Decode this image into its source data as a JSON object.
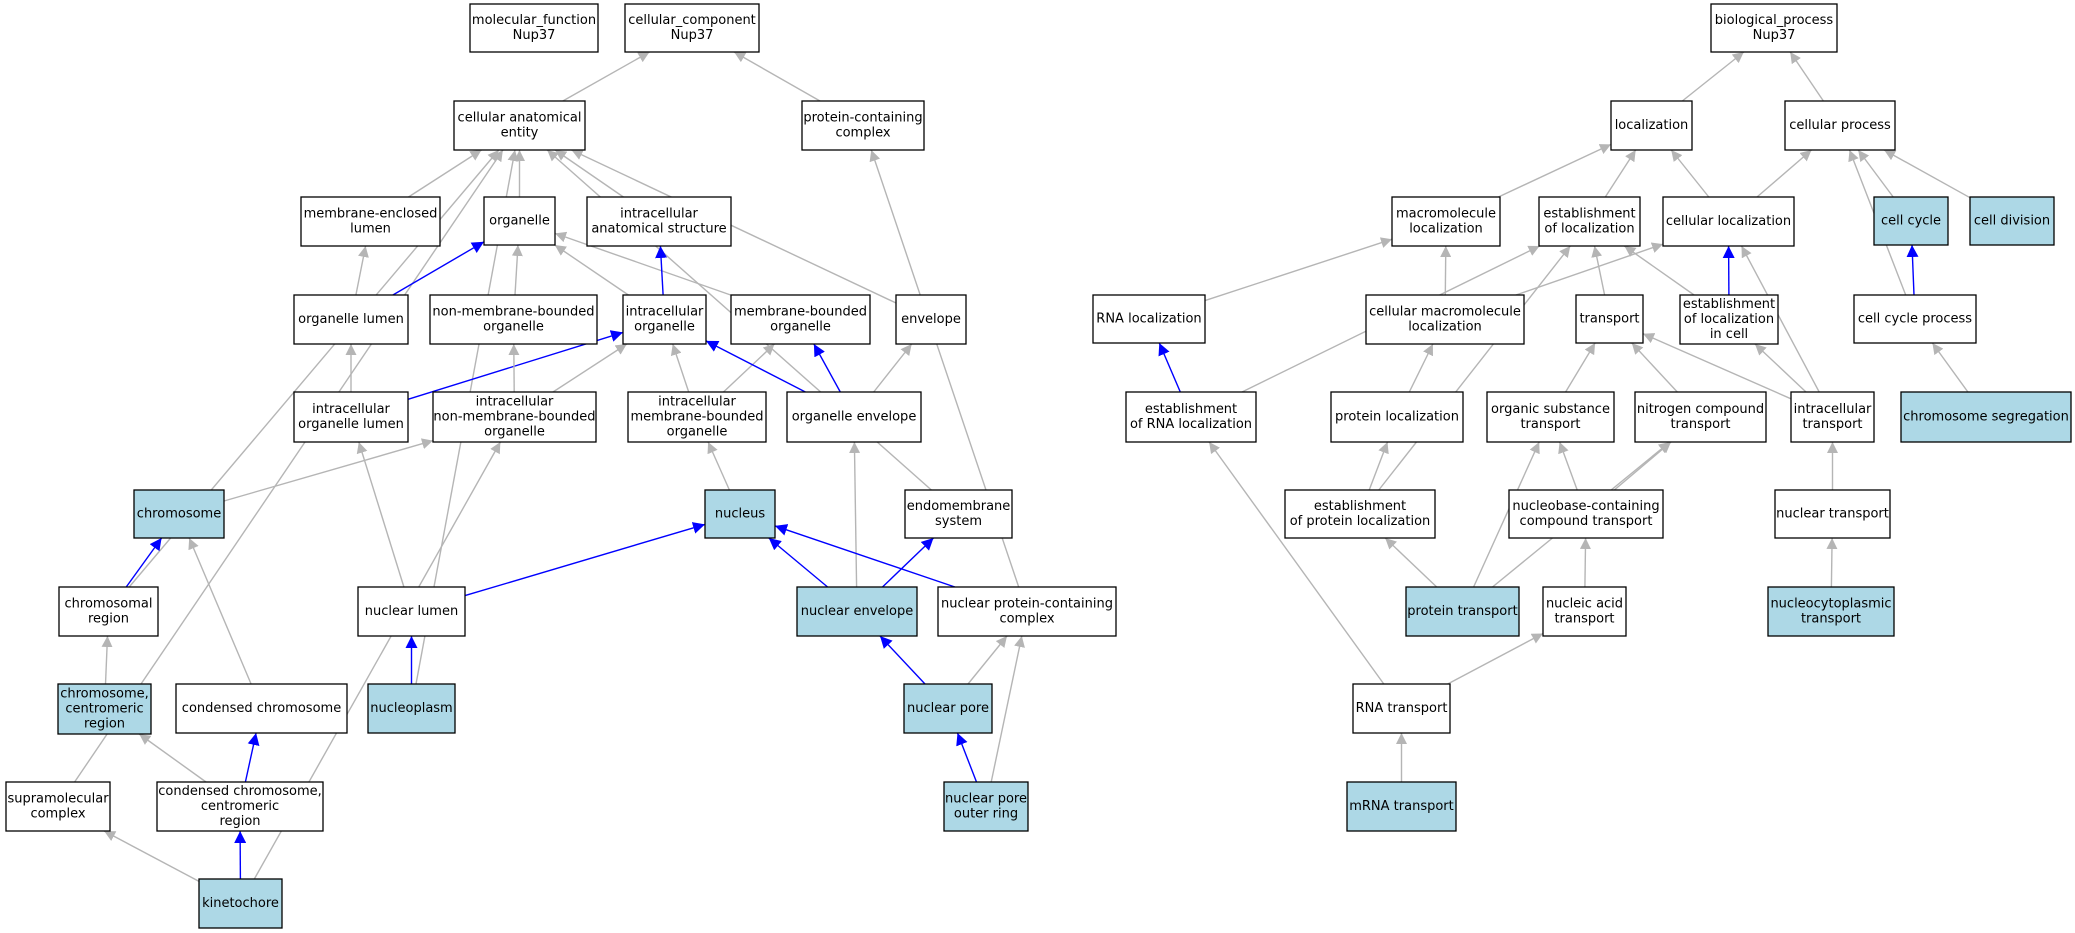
{
  "colors": {
    "highlight_fill": "#add8e6",
    "plain_fill": "#ffffff",
    "edge_gray": "#b5b5b5",
    "edge_blue": "#0000ff",
    "border": "#000000"
  },
  "nodes": [
    {
      "id": "molecular_function",
      "lines": [
        "molecular_function",
        "Nup37"
      ],
      "highlight": false
    },
    {
      "id": "cellular_component",
      "lines": [
        "cellular_component",
        "Nup37"
      ],
      "highlight": false
    },
    {
      "id": "biological_process",
      "lines": [
        "biological_process",
        "Nup37"
      ],
      "highlight": false
    },
    {
      "id": "cellular_anatomical_entity",
      "lines": [
        "cellular anatomical",
        "entity"
      ],
      "highlight": false
    },
    {
      "id": "protein_containing_complex",
      "lines": [
        "protein-containing",
        "complex"
      ],
      "highlight": false
    },
    {
      "id": "membrane_enclosed_lumen",
      "lines": [
        "membrane-enclosed",
        "lumen"
      ],
      "highlight": false
    },
    {
      "id": "organelle",
      "lines": [
        "organelle"
      ],
      "highlight": false
    },
    {
      "id": "intracellular_anatomical_structure",
      "lines": [
        "intracellular",
        "anatomical structure"
      ],
      "highlight": false
    },
    {
      "id": "organelle_lumen",
      "lines": [
        "organelle lumen"
      ],
      "highlight": false
    },
    {
      "id": "non_membrane_bounded_organelle",
      "lines": [
        "non-membrane-bounded",
        "organelle"
      ],
      "highlight": false
    },
    {
      "id": "intracellular_organelle",
      "lines": [
        "intracellular",
        "organelle"
      ],
      "highlight": false
    },
    {
      "id": "membrane_bounded_organelle",
      "lines": [
        "membrane-bounded",
        "organelle"
      ],
      "highlight": false
    },
    {
      "id": "envelope",
      "lines": [
        "envelope"
      ],
      "highlight": false
    },
    {
      "id": "intracellular_organelle_lumen",
      "lines": [
        "intracellular",
        "organelle lumen"
      ],
      "highlight": false
    },
    {
      "id": "intracellular_nmbo",
      "lines": [
        "intracellular",
        "non-membrane-bounded",
        "organelle"
      ],
      "highlight": false
    },
    {
      "id": "intracellular_mbo",
      "lines": [
        "intracellular",
        "membrane-bounded",
        "organelle"
      ],
      "highlight": false
    },
    {
      "id": "organelle_envelope",
      "lines": [
        "organelle envelope"
      ],
      "highlight": false
    },
    {
      "id": "chromosome",
      "lines": [
        "chromosome"
      ],
      "highlight": true
    },
    {
      "id": "nucleus",
      "lines": [
        "nucleus"
      ],
      "highlight": true
    },
    {
      "id": "endomembrane_system",
      "lines": [
        "endomembrane",
        "system"
      ],
      "highlight": false
    },
    {
      "id": "chromosomal_region",
      "lines": [
        "chromosomal",
        "region"
      ],
      "highlight": false
    },
    {
      "id": "nuclear_lumen",
      "lines": [
        "nuclear lumen"
      ],
      "highlight": false
    },
    {
      "id": "nuclear_envelope",
      "lines": [
        "nuclear envelope"
      ],
      "highlight": true
    },
    {
      "id": "nuclear_protein_containing_complex",
      "lines": [
        "nuclear protein-containing",
        "complex"
      ],
      "highlight": false
    },
    {
      "id": "chromosome_centromeric_region",
      "lines": [
        "chromosome,",
        "centromeric",
        "region"
      ],
      "highlight": true
    },
    {
      "id": "condensed_chromosome",
      "lines": [
        "condensed chromosome"
      ],
      "highlight": false
    },
    {
      "id": "nucleoplasm",
      "lines": [
        "nucleoplasm"
      ],
      "highlight": true
    },
    {
      "id": "nuclear_pore",
      "lines": [
        "nuclear pore"
      ],
      "highlight": true
    },
    {
      "id": "supramolecular_complex",
      "lines": [
        "supramolecular",
        "complex"
      ],
      "highlight": false
    },
    {
      "id": "condensed_chromosome_centromeric_region",
      "lines": [
        "condensed chromosome,",
        "centromeric",
        "region"
      ],
      "highlight": false
    },
    {
      "id": "nuclear_pore_outer_ring",
      "lines": [
        "nuclear pore",
        "outer ring"
      ],
      "highlight": true
    },
    {
      "id": "kinetochore",
      "lines": [
        "kinetochore"
      ],
      "highlight": true
    },
    {
      "id": "localization",
      "lines": [
        "localization"
      ],
      "highlight": false
    },
    {
      "id": "cellular_process",
      "lines": [
        "cellular process"
      ],
      "highlight": false
    },
    {
      "id": "macromolecule_localization",
      "lines": [
        "macromolecule",
        "localization"
      ],
      "highlight": false
    },
    {
      "id": "establishment_of_localization",
      "lines": [
        "establishment",
        "of localization"
      ],
      "highlight": false
    },
    {
      "id": "cellular_localization",
      "lines": [
        "cellular localization"
      ],
      "highlight": false
    },
    {
      "id": "cell_cycle",
      "lines": [
        "cell cycle"
      ],
      "highlight": true
    },
    {
      "id": "cell_division",
      "lines": [
        "cell division"
      ],
      "highlight": true
    },
    {
      "id": "rna_localization",
      "lines": [
        "RNA localization"
      ],
      "highlight": false
    },
    {
      "id": "cellular_macromolecule_localization",
      "lines": [
        "cellular macromolecule",
        "localization"
      ],
      "highlight": false
    },
    {
      "id": "transport",
      "lines": [
        "transport"
      ],
      "highlight": false
    },
    {
      "id": "establishment_of_localization_in_cell",
      "lines": [
        "establishment",
        "of localization",
        "in cell"
      ],
      "highlight": false
    },
    {
      "id": "cell_cycle_process",
      "lines": [
        "cell cycle process"
      ],
      "highlight": false
    },
    {
      "id": "establishment_of_rna_localization",
      "lines": [
        "establishment",
        "of RNA localization"
      ],
      "highlight": false
    },
    {
      "id": "protein_localization",
      "lines": [
        "protein localization"
      ],
      "highlight": false
    },
    {
      "id": "organic_substance_transport",
      "lines": [
        "organic substance",
        "transport"
      ],
      "highlight": false
    },
    {
      "id": "nitrogen_compound_transport",
      "lines": [
        "nitrogen compound",
        "transport"
      ],
      "highlight": false
    },
    {
      "id": "intracellular_transport",
      "lines": [
        "intracellular",
        "transport"
      ],
      "highlight": false
    },
    {
      "id": "chromosome_segregation",
      "lines": [
        "chromosome segregation"
      ],
      "highlight": true
    },
    {
      "id": "establishment_of_protein_localization",
      "lines": [
        "establishment",
        "of protein localization"
      ],
      "highlight": false
    },
    {
      "id": "nucleobase_containing_compound_transport",
      "lines": [
        "nucleobase-containing",
        "compound transport"
      ],
      "highlight": false
    },
    {
      "id": "nuclear_transport",
      "lines": [
        "nuclear transport"
      ],
      "highlight": false
    },
    {
      "id": "protein_transport",
      "lines": [
        "protein transport"
      ],
      "highlight": true
    },
    {
      "id": "nucleic_acid_transport",
      "lines": [
        "nucleic acid",
        "transport"
      ],
      "highlight": false
    },
    {
      "id": "nucleocytoplasmic_transport",
      "lines": [
        "nucleocytoplasmic",
        "transport"
      ],
      "highlight": true
    },
    {
      "id": "rna_transport",
      "lines": [
        "RNA transport"
      ],
      "highlight": false
    },
    {
      "id": "mrna_transport",
      "lines": [
        "mRNA transport"
      ],
      "highlight": true
    }
  ],
  "edges": [
    {
      "from": "cellular_anatomical_entity",
      "to": "cellular_component",
      "color": "gray"
    },
    {
      "from": "protein_containing_complex",
      "to": "cellular_component",
      "color": "gray"
    },
    {
      "from": "membrane_enclosed_lumen",
      "to": "cellular_anatomical_entity",
      "color": "gray"
    },
    {
      "from": "organelle",
      "to": "cellular_anatomical_entity",
      "color": "gray"
    },
    {
      "from": "intracellular_anatomical_structure",
      "to": "cellular_anatomical_entity",
      "color": "gray"
    },
    {
      "from": "envelope",
      "to": "cellular_anatomical_entity",
      "color": "gray"
    },
    {
      "from": "endomembrane_system",
      "to": "cellular_anatomical_entity",
      "color": "gray"
    },
    {
      "from": "chromosomal_region",
      "to": "cellular_anatomical_entity",
      "color": "gray"
    },
    {
      "from": "nucleoplasm",
      "to": "cellular_anatomical_entity",
      "color": "gray"
    },
    {
      "from": "supramolecular_complex",
      "to": "cellular_anatomical_entity",
      "color": "gray"
    },
    {
      "from": "nuclear_protein_containing_complex",
      "to": "protein_containing_complex",
      "color": "gray"
    },
    {
      "from": "organelle_lumen",
      "to": "membrane_enclosed_lumen",
      "color": "gray"
    },
    {
      "from": "organelle_lumen",
      "to": "organelle",
      "color": "blue"
    },
    {
      "from": "non_membrane_bounded_organelle",
      "to": "organelle",
      "color": "gray"
    },
    {
      "from": "intracellular_organelle",
      "to": "organelle",
      "color": "gray"
    },
    {
      "from": "membrane_bounded_organelle",
      "to": "organelle",
      "color": "gray"
    },
    {
      "from": "intracellular_organelle",
      "to": "intracellular_anatomical_structure",
      "color": "blue"
    },
    {
      "from": "intracellular_organelle_lumen",
      "to": "organelle_lumen",
      "color": "gray"
    },
    {
      "from": "intracellular_organelle_lumen",
      "to": "intracellular_organelle",
      "color": "blue"
    },
    {
      "from": "intracellular_nmbo",
      "to": "non_membrane_bounded_organelle",
      "color": "gray"
    },
    {
      "from": "intracellular_nmbo",
      "to": "intracellular_organelle",
      "color": "gray"
    },
    {
      "from": "intracellular_mbo",
      "to": "intracellular_organelle",
      "color": "gray"
    },
    {
      "from": "intracellular_mbo",
      "to": "membrane_bounded_organelle",
      "color": "gray"
    },
    {
      "from": "organelle_envelope",
      "to": "intracellular_organelle",
      "color": "blue"
    },
    {
      "from": "organelle_envelope",
      "to": "membrane_bounded_organelle",
      "color": "blue"
    },
    {
      "from": "organelle_envelope",
      "to": "envelope",
      "color": "gray"
    },
    {
      "from": "chromosome",
      "to": "intracellular_nmbo",
      "color": "gray"
    },
    {
      "from": "nucleus",
      "to": "intracellular_mbo",
      "color": "gray"
    },
    {
      "from": "chromosomal_region",
      "to": "chromosome",
      "color": "blue"
    },
    {
      "from": "nuclear_lumen",
      "to": "intracellular_organelle_lumen",
      "color": "gray"
    },
    {
      "from": "nuclear_lumen",
      "to": "nucleus",
      "color": "blue"
    },
    {
      "from": "nuclear_envelope",
      "to": "nucleus",
      "color": "blue"
    },
    {
      "from": "nuclear_envelope",
      "to": "organelle_envelope",
      "color": "gray"
    },
    {
      "from": "nuclear_envelope",
      "to": "endomembrane_system",
      "color": "blue"
    },
    {
      "from": "nuclear_protein_containing_complex",
      "to": "nucleus",
      "color": "blue"
    },
    {
      "from": "chromosome_centromeric_region",
      "to": "chromosomal_region",
      "color": "gray"
    },
    {
      "from": "condensed_chromosome",
      "to": "chromosome",
      "color": "gray"
    },
    {
      "from": "nucleoplasm",
      "to": "nuclear_lumen",
      "color": "blue"
    },
    {
      "from": "nuclear_pore",
      "to": "nuclear_envelope",
      "color": "blue"
    },
    {
      "from": "nuclear_pore",
      "to": "nuclear_protein_containing_complex",
      "color": "gray"
    },
    {
      "from": "condensed_chromosome_centromeric_region",
      "to": "chromosome_centromeric_region",
      "color": "gray"
    },
    {
      "from": "condensed_chromosome_centromeric_region",
      "to": "condensed_chromosome",
      "color": "blue"
    },
    {
      "from": "nuclear_pore_outer_ring",
      "to": "nuclear_pore",
      "color": "blue"
    },
    {
      "from": "nuclear_pore_outer_ring",
      "to": "nuclear_protein_containing_complex",
      "color": "gray"
    },
    {
      "from": "kinetochore",
      "to": "supramolecular_complex",
      "color": "gray"
    },
    {
      "from": "kinetochore",
      "to": "condensed_chromosome_centromeric_region",
      "color": "blue"
    },
    {
      "from": "kinetochore",
      "to": "intracellular_nmbo",
      "color": "gray"
    },
    {
      "from": "localization",
      "to": "biological_process",
      "color": "gray"
    },
    {
      "from": "cellular_process",
      "to": "biological_process",
      "color": "gray"
    },
    {
      "from": "macromolecule_localization",
      "to": "localization",
      "color": "gray"
    },
    {
      "from": "establishment_of_localization",
      "to": "localization",
      "color": "gray"
    },
    {
      "from": "cellular_localization",
      "to": "localization",
      "color": "gray"
    },
    {
      "from": "cellular_localization",
      "to": "cellular_process",
      "color": "gray"
    },
    {
      "from": "cell_cycle",
      "to": "cellular_process",
      "color": "gray"
    },
    {
      "from": "cell_division",
      "to": "cellular_process",
      "color": "gray"
    },
    {
      "from": "cell_cycle_process",
      "to": "cellular_process",
      "color": "gray"
    },
    {
      "from": "rna_localization",
      "to": "macromolecule_localization",
      "color": "gray"
    },
    {
      "from": "cellular_macromolecule_localization",
      "to": "macromolecule_localization",
      "color": "gray"
    },
    {
      "from": "cellular_macromolecule_localization",
      "to": "cellular_localization",
      "color": "gray"
    },
    {
      "from": "transport",
      "to": "establishment_of_localization",
      "color": "gray"
    },
    {
      "from": "establishment_of_localization_in_cell",
      "to": "establishment_of_localization",
      "color": "gray"
    },
    {
      "from": "establishment_of_localization_in_cell",
      "to": "cellular_localization",
      "color": "blue"
    },
    {
      "from": "cell_cycle_process",
      "to": "cell_cycle",
      "color": "blue"
    },
    {
      "from": "establishment_of_rna_localization",
      "to": "rna_localization",
      "color": "blue"
    },
    {
      "from": "establishment_of_rna_localization",
      "to": "establishment_of_localization",
      "color": "gray"
    },
    {
      "from": "protein_localization",
      "to": "cellular_macromolecule_localization",
      "color": "gray"
    },
    {
      "from": "organic_substance_transport",
      "to": "transport",
      "color": "gray"
    },
    {
      "from": "nitrogen_compound_transport",
      "to": "transport",
      "color": "gray"
    },
    {
      "from": "intracellular_transport",
      "to": "transport",
      "color": "gray"
    },
    {
      "from": "intracellular_transport",
      "to": "establishment_of_localization_in_cell",
      "color": "gray"
    },
    {
      "from": "intracellular_transport",
      "to": "cellular_localization",
      "color": "gray"
    },
    {
      "from": "chromosome_segregation",
      "to": "cell_cycle_process",
      "color": "gray"
    },
    {
      "from": "establishment_of_protein_localization",
      "to": "protein_localization",
      "color": "gray"
    },
    {
      "from": "establishment_of_protein_localization",
      "to": "establishment_of_localization",
      "color": "gray"
    },
    {
      "from": "nucleobase_containing_compound_transport",
      "to": "organic_substance_transport",
      "color": "gray"
    },
    {
      "from": "nucleobase_containing_compound_transport",
      "to": "nitrogen_compound_transport",
      "color": "gray"
    },
    {
      "from": "nuclear_transport",
      "to": "intracellular_transport",
      "color": "gray"
    },
    {
      "from": "protein_transport",
      "to": "establishment_of_protein_localization",
      "color": "gray"
    },
    {
      "from": "protein_transport",
      "to": "organic_substance_transport",
      "color": "gray"
    },
    {
      "from": "protein_transport",
      "to": "nitrogen_compound_transport",
      "color": "gray"
    },
    {
      "from": "nucleic_acid_transport",
      "to": "nucleobase_containing_compound_transport",
      "color": "gray"
    },
    {
      "from": "nucleocytoplasmic_transport",
      "to": "nuclear_transport",
      "color": "gray"
    },
    {
      "from": "rna_transport",
      "to": "establishment_of_rna_localization",
      "color": "gray"
    },
    {
      "from": "rna_transport",
      "to": "nucleic_acid_transport",
      "color": "gray"
    },
    {
      "from": "mrna_transport",
      "to": "rna_transport",
      "color": "gray"
    }
  ]
}
